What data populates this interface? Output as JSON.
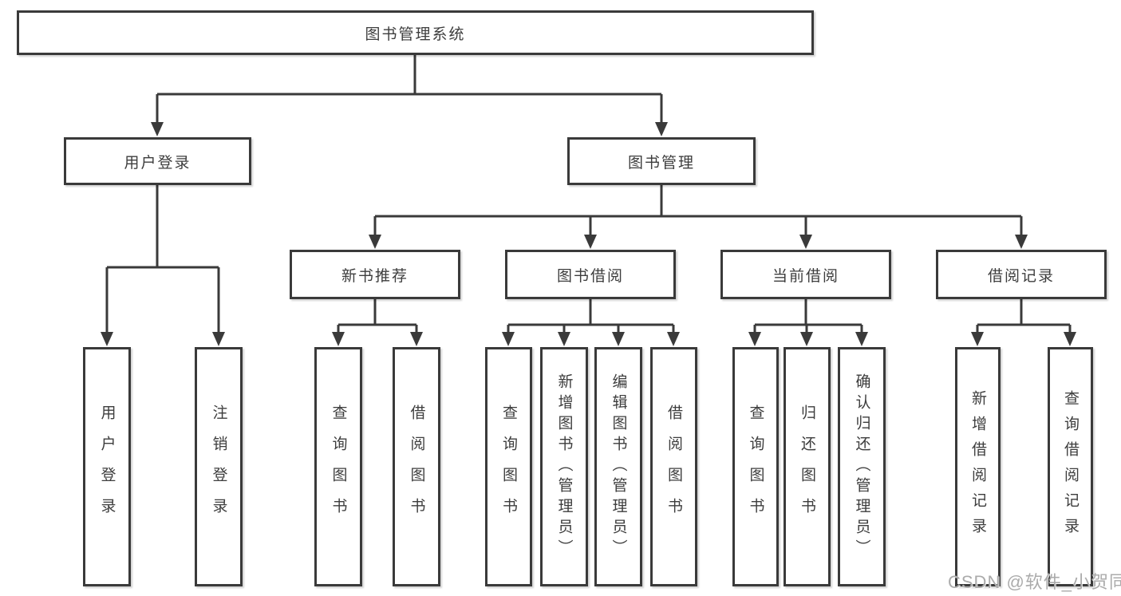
{
  "root": {
    "label": "图书管理系统"
  },
  "branches": [
    {
      "label": "用户登录",
      "children": [
        {
          "label": "用户登录"
        },
        {
          "label": "注销登录"
        }
      ]
    },
    {
      "label": "图书管理",
      "sections": [
        {
          "label": "新书推荐",
          "children": [
            {
              "label": "查询图书"
            },
            {
              "label": "借阅图书"
            }
          ]
        },
        {
          "label": "图书借阅",
          "children": [
            {
              "label": "查询图书"
            },
            {
              "label": "新增图书（管理员）"
            },
            {
              "label": "编辑图书（管理员）"
            },
            {
              "label": "借阅图书"
            }
          ]
        },
        {
          "label": "当前借阅",
          "children": [
            {
              "label": "查询图书"
            },
            {
              "label": "归还图书"
            },
            {
              "label": "确认归还（管理员）"
            }
          ]
        },
        {
          "label": "借阅记录",
          "children": [
            {
              "label": "新增借阅记录"
            },
            {
              "label": "查询借阅记录"
            }
          ]
        }
      ]
    }
  ],
  "watermark": {
    "text": "CSDN @软件_小贺同学"
  },
  "colors": {
    "line": "#3a3a3a",
    "text": "#3d3d3d",
    "watermark": "#ababab",
    "background": "#ffffff"
  }
}
